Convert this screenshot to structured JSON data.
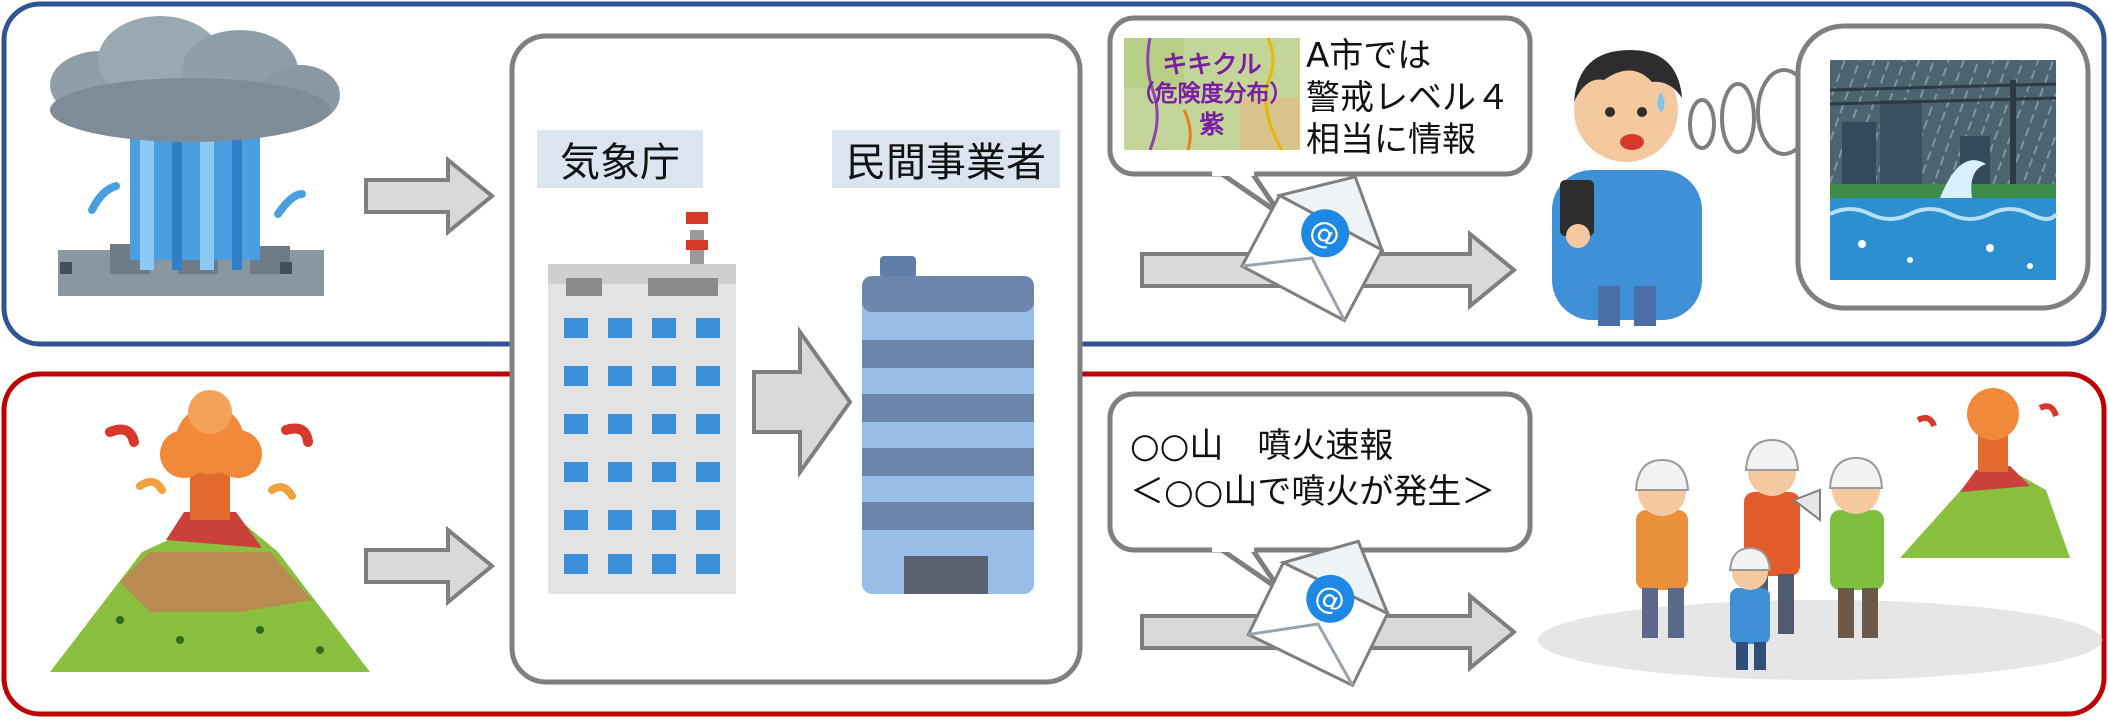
{
  "colors": {
    "top_panel_border": "#2f5597",
    "bottom_panel_border": "#c00000",
    "agency_box_border": "#7f7f7f",
    "label_bg": "#dbe5f1",
    "arrow_fill": "#d9d9d9",
    "arrow_stroke": "#7f7f7f",
    "map_text": "#7b1fa2"
  },
  "agency": {
    "jma_label": "気象庁",
    "private_label": "民間事業者"
  },
  "rain_row": {
    "hazard_icon": "heavy-rain-cloud-icon",
    "map_label_line1": "キキクル",
    "map_label_line2": "（危険度分布）",
    "map_label_line3": "紫",
    "message_line1": "A市では",
    "message_line2": "警戒レベル４",
    "message_line3": "相当に情報",
    "receiver_icon": "man-with-smartphone-icon",
    "thought_icon": "flooding-town-icon"
  },
  "volcano_row": {
    "hazard_icon": "erupting-volcano-icon",
    "message_line1": "○○山　噴火速報",
    "message_line2": "＜○○山で噴火が発生＞",
    "receiver_icon": "evacuating-hikers-icon"
  },
  "mail_icon": "email-envelope-icon"
}
